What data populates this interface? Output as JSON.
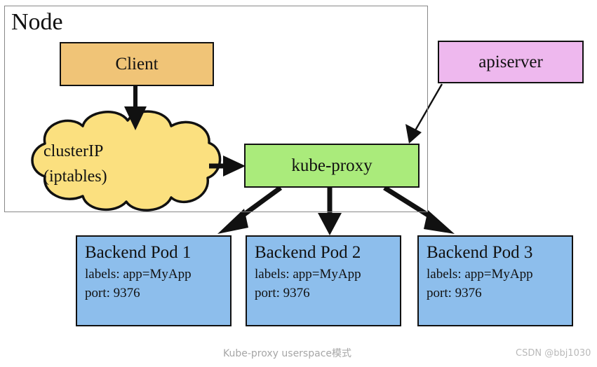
{
  "diagram": {
    "node_container": {
      "label": "Node"
    },
    "boxes": {
      "client": {
        "label": "Client",
        "fill": "#f0c477"
      },
      "kube_proxy": {
        "label": "kube-proxy",
        "fill": "#aaeb7b"
      },
      "apiserver": {
        "label": "apiserver",
        "fill": "#eeb8ee"
      },
      "cluster_ip": {
        "line1": "clusterIP",
        "line2": "(iptables)",
        "fill": "#fbe07f"
      }
    },
    "pods": [
      {
        "title": "Backend Pod 1",
        "labels": "labels: app=MyApp",
        "port": "port: 9376",
        "fill": "#8dbeec"
      },
      {
        "title": "Backend Pod 2",
        "labels": "labels: app=MyApp",
        "port": "port: 9376",
        "fill": "#8dbeec"
      },
      {
        "title": "Backend Pod 3",
        "labels": "labels: app=MyApp",
        "port": "port: 9376",
        "fill": "#8dbeec"
      }
    ],
    "edges": [
      {
        "from": "client",
        "to": "cluster_ip",
        "style": "thick-arrow"
      },
      {
        "from": "cluster_ip",
        "to": "kube_proxy",
        "style": "thick-arrow"
      },
      {
        "from": "apiserver",
        "to": "kube_proxy",
        "style": "thin-arrow"
      },
      {
        "from": "kube_proxy",
        "to": "pod_1",
        "style": "thick-arrow"
      },
      {
        "from": "kube_proxy",
        "to": "pod_2",
        "style": "thick-arrow"
      },
      {
        "from": "kube_proxy",
        "to": "pod_3",
        "style": "thick-arrow"
      }
    ],
    "caption": "Kube-proxy userspace模式",
    "watermark": "CSDN @bbj1030"
  }
}
